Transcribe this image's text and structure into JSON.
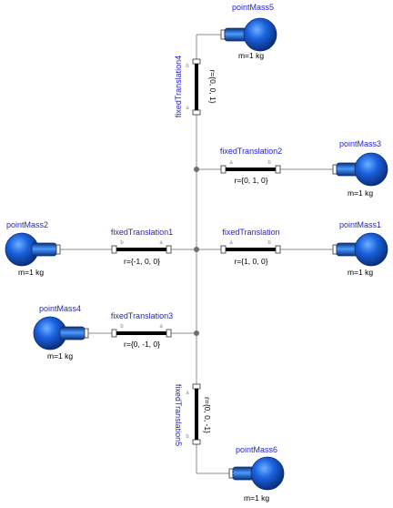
{
  "components": {
    "pointMass5": {
      "name": "pointMass5",
      "param": "m=1 kg"
    },
    "pointMass3": {
      "name": "pointMass3",
      "param": "m=1 kg"
    },
    "pointMass2": {
      "name": "pointMass2",
      "param": "m=1 kg"
    },
    "pointMass1": {
      "name": "pointMass1",
      "param": "m=1 kg"
    },
    "pointMass4": {
      "name": "pointMass4",
      "param": "m=1 kg"
    },
    "pointMass6": {
      "name": "pointMass6",
      "param": "m=1 kg"
    },
    "fixedTranslation": {
      "name": "fixedTranslation",
      "param": "r={1, 0, 0}",
      "port_a": "a",
      "port_b": "b"
    },
    "fixedTranslation1": {
      "name": "fixedTranslation1",
      "param": "r={-1, 0, 0}",
      "port_a": "a",
      "port_b": "b"
    },
    "fixedTranslation2": {
      "name": "fixedTranslation2",
      "param": "r={0, 1, 0}",
      "port_a": "a",
      "port_b": "b"
    },
    "fixedTranslation3": {
      "name": "fixedTranslation3",
      "param": "r={0, -1, 0}",
      "port_a": "a",
      "port_b": "b"
    },
    "fixedTranslation4": {
      "name": "fixedTranslation4",
      "param": "r={0, 0, 1}",
      "port_a": "a",
      "port_b": "b"
    },
    "fixedTranslation5": {
      "name": "fixedTranslation5",
      "param": "r={0, 0, -1}",
      "port_a": "a",
      "port_b": "b"
    }
  },
  "colors": {
    "mass_dark": "#0a2f7a",
    "mass_mid": "#1150c8",
    "mass_light": "#3d8bff",
    "label_blue": "#1f1fcc",
    "wire": "#8c8c8c"
  }
}
